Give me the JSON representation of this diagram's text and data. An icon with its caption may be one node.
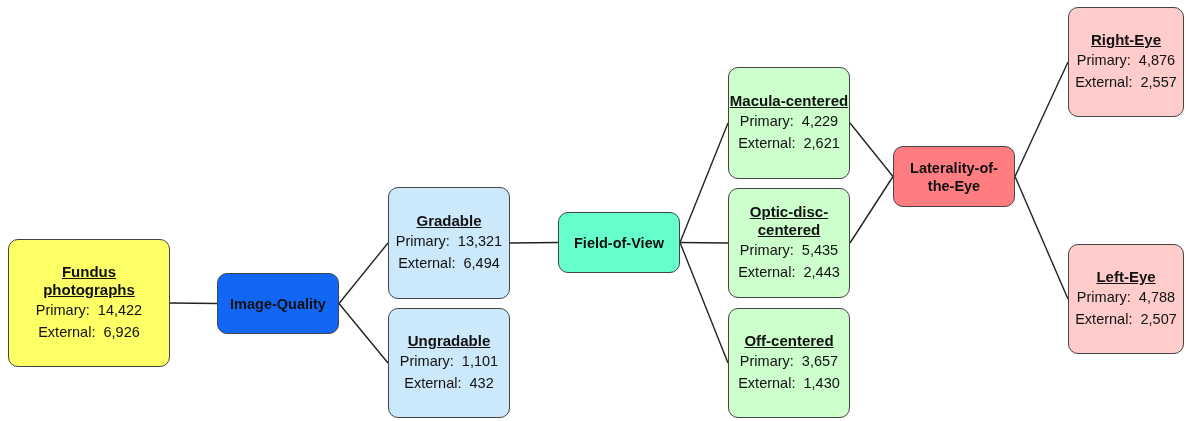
{
  "diagram": {
    "nodes": [
      {
        "text": [
          "Fundus photographs",
          "Primary:  14,422",
          "External:  6,926"
        ]
      },
      {
        "text": [
          "Image-Quality"
        ]
      },
      {
        "text": [
          "Gradable",
          "Primary:  13,321",
          "External:  6,494"
        ]
      },
      {
        "text": [
          "Ungradable",
          "Primary:  1,101",
          "External:  432"
        ]
      },
      {
        "text": [
          "Field-of-View"
        ]
      },
      {
        "text": [
          "Macula-centered",
          "Primary:  4,229",
          "External:  2,621"
        ]
      },
      {
        "text": [
          "Optic-disc-centered",
          "Primary:  5,435",
          "External:  2,443"
        ]
      },
      {
        "text": [
          "Off-centered",
          "Primary:  3,657",
          "External:  1,430"
        ]
      },
      {
        "text": [
          "Laterality-of-the-Eye"
        ]
      },
      {
        "text": [
          "Right-Eye",
          "Primary:  4,876",
          "External:  2,557"
        ]
      },
      {
        "text": [
          "Left-Eye",
          "Primary:  4,788",
          "External:  2,507"
        ]
      }
    ],
    "edges": [
      {
        "from": 0,
        "to": 1,
        "arrow": "none"
      },
      {
        "from": 1,
        "to": 2,
        "arrow": "none"
      },
      {
        "from": 1,
        "to": 3,
        "arrow": "none"
      },
      {
        "from": 2,
        "to": 4,
        "arrow": "none"
      },
      {
        "from": 4,
        "to": 5,
        "arrow": "none"
      },
      {
        "from": 4,
        "to": 6,
        "arrow": "none"
      },
      {
        "from": 4,
        "to": 7,
        "arrow": "none"
      },
      {
        "from": 5,
        "to": 8,
        "arrow": "none"
      },
      {
        "from": 6,
        "to": 8,
        "arrow": "none"
      },
      {
        "from": 8,
        "to": 9,
        "arrow": "none"
      },
      {
        "from": 8,
        "to": 10,
        "arrow": "none"
      }
    ]
  }
}
